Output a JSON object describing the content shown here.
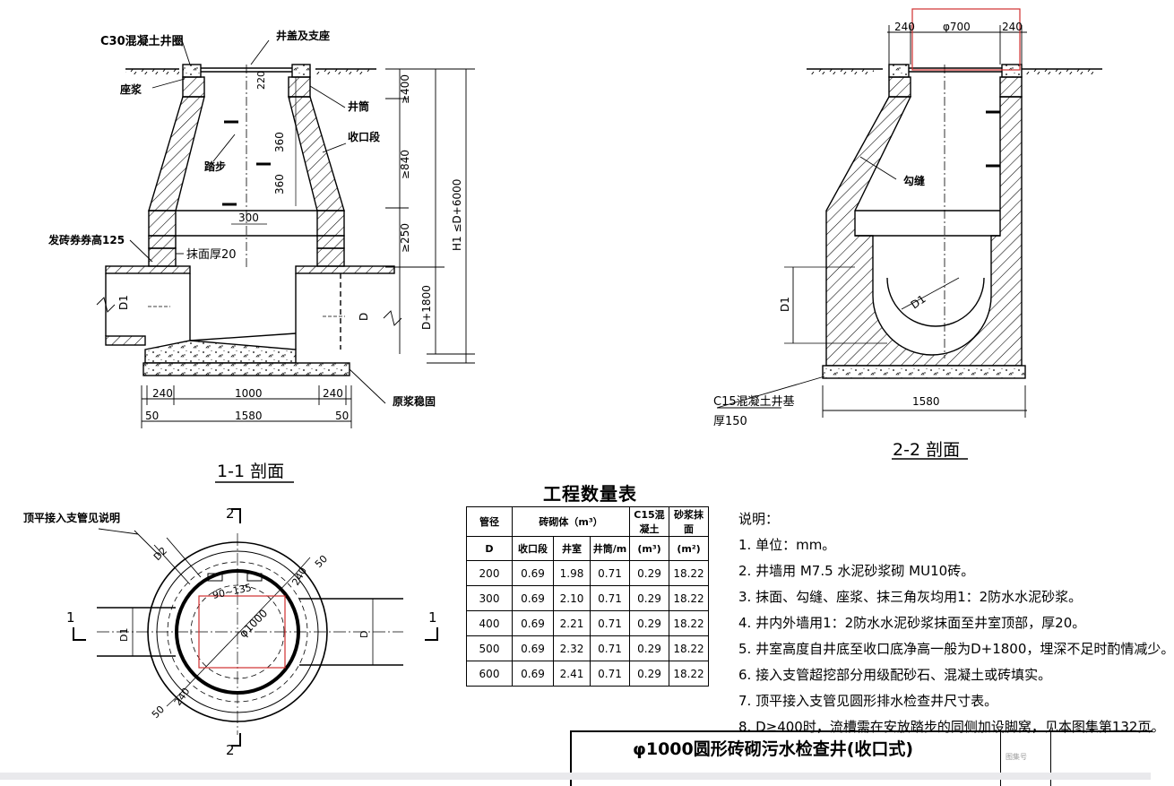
{
  "labels": {
    "c30_ring": "C30混凝土井圈",
    "cover_seat": "井盖及支座",
    "mortar_seat": "座浆",
    "shaft": "井筒",
    "collar": "收口段",
    "steps": "踏步",
    "arch": "发砖券券高125",
    "plaster": "抹面厚20",
    "slurry": "原浆稳固",
    "pointing": "勾缝",
    "c15_base": "C15混凝土井基",
    "base_thick": "厚150",
    "branch_note": "顶平接入支管见说明"
  },
  "dims": {
    "d220": "220",
    "d360a": "360",
    "d360b": "360",
    "d300": "300",
    "d400": "≥400",
    "d840": "≥840",
    "d250": "≥250",
    "h1": "H1 ≤D+6000",
    "dd1800": "D+1800",
    "d1_left": "D1",
    "d_right": "D",
    "b240a": "240",
    "b1000": "1000",
    "b240b": "240",
    "b50a": "50",
    "b1580": "1580",
    "b50b": "50",
    "t240a": "240",
    "t700": "φ700",
    "t240b": "240",
    "s_d1": "D1",
    "s_d1_circle": "D1",
    "s1580": "1580",
    "p_d2": "D2",
    "p_angle": "90~135",
    "p_phi": "φ1000",
    "p_240a": "240",
    "p_50a": "50",
    "p_240b": "240",
    "p_50b": "50",
    "p_d1": "D1",
    "p_d": "D",
    "sec_num_2": "2",
    "sec_num_2b": "2",
    "sec_num_1": "1",
    "sec_num_1b": "1"
  },
  "titles": {
    "section11": "1-1 剖面",
    "section22": "2-2 剖面"
  },
  "table": {
    "title": "工程数量表",
    "h_dia": "管径",
    "h_d": "D",
    "h_masonry": "砖砌体（m³）",
    "h_collar": "收口段",
    "h_chamber": "井室",
    "h_shaft": "井筒/m",
    "h_c15": "C15混凝土",
    "h_c15u": "(m³)",
    "h_mortar": "砂浆抹面",
    "h_mortaru": "(m²)",
    "rows": [
      [
        "200",
        "0.69",
        "1.98",
        "0.71",
        "0.29",
        "18.22"
      ],
      [
        "300",
        "0.69",
        "2.10",
        "0.71",
        "0.29",
        "18.22"
      ],
      [
        "400",
        "0.69",
        "2.21",
        "0.71",
        "0.29",
        "18.22"
      ],
      [
        "500",
        "0.69",
        "2.32",
        "0.71",
        "0.29",
        "18.22"
      ],
      [
        "600",
        "0.69",
        "2.41",
        "0.71",
        "0.29",
        "18.22"
      ]
    ]
  },
  "notes": {
    "head": "说明：",
    "n1": "1. 单位：mm。",
    "n2": "2. 井墙用 M7.5 水泥砂浆砌 MU10砖。",
    "n3": "3. 抹面、勾缝、座浆、抹三角灰均用1：2防水水泥砂浆。",
    "n4": "4. 井内外墙用1：2防水水泥砂浆抹面至井室顶部，厚20。",
    "n5": "5. 井室高度自井底至收口底净高一般为D+1800，埋深不足时酌情减少。",
    "n6": "6. 接入支管超挖部分用级配砂石、混凝土或砖填实。",
    "n7": "7. 顶平接入支管见圆形排水检查井尺寸表。",
    "n8": "8. D≥400时，流槽需在安放踏步的同侧加设脚窝，见本图集第132页。"
  },
  "titleblock": {
    "name": "φ1000圆形砖砌污水检查井(收口式)",
    "small": "图集号"
  }
}
